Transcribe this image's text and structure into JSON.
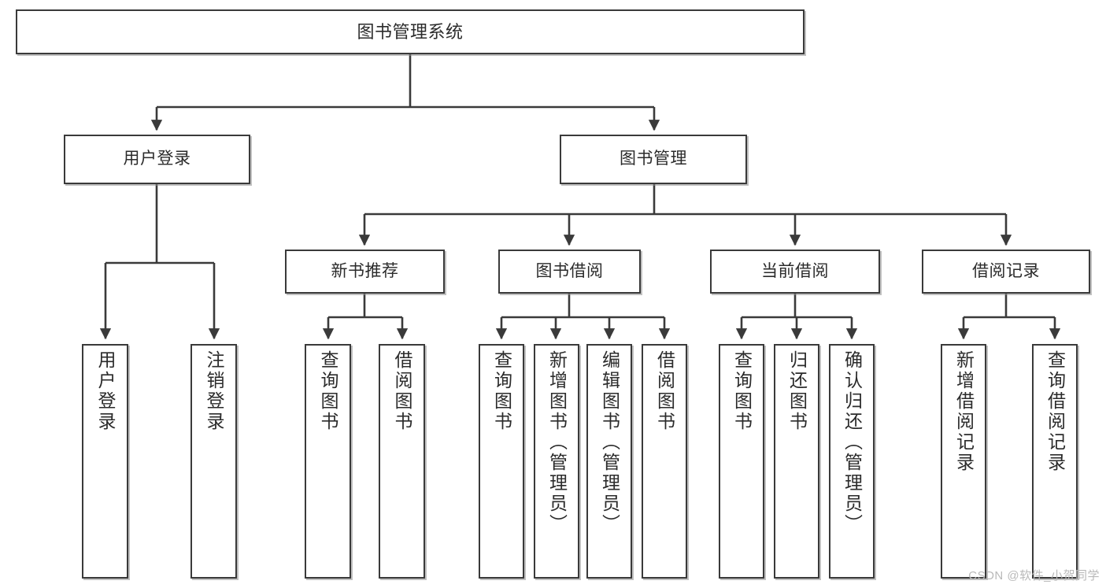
{
  "diagram": {
    "title": "图书管理系统",
    "watermark": "CSDN @软件_小贺同学",
    "colors": {
      "border": "#3a3a3a",
      "text": "#2b2b2b",
      "edge": "#3a3a3a",
      "background": "#ffffff",
      "watermark": "#b9b9b9"
    },
    "nodes": {
      "root": {
        "label": "图书管理系统"
      },
      "level2": [
        {
          "id": "user-login",
          "label": "用户登录"
        },
        {
          "id": "book-management",
          "label": "图书管理"
        }
      ],
      "level3": [
        {
          "id": "new-book-recommend",
          "label": "新书推荐"
        },
        {
          "id": "book-borrow",
          "label": "图书借阅"
        },
        {
          "id": "current-borrow",
          "label": "当前借阅"
        },
        {
          "id": "borrow-record",
          "label": "借阅记录"
        }
      ],
      "leaves": {
        "user_login": [
          {
            "id": "leaf-user-login",
            "label": "用户登录"
          },
          {
            "id": "leaf-logout",
            "label": "注销登录"
          }
        ],
        "new_book_recommend": [
          {
            "id": "leaf-query-book-1",
            "label": "查询图书"
          },
          {
            "id": "leaf-borrow-book-1",
            "label": "借阅图书"
          }
        ],
        "book_borrow": [
          {
            "id": "leaf-query-book-2",
            "label": "查询图书"
          },
          {
            "id": "leaf-add-book",
            "label": "新增图书（管理员）"
          },
          {
            "id": "leaf-edit-book",
            "label": "编辑图书（管理员）"
          },
          {
            "id": "leaf-borrow-book-2",
            "label": "借阅图书"
          }
        ],
        "current_borrow": [
          {
            "id": "leaf-query-book-3",
            "label": "查询图书"
          },
          {
            "id": "leaf-return-book",
            "label": "归还图书"
          },
          {
            "id": "leaf-confirm-return",
            "label": "确认归还（管理员）"
          }
        ],
        "borrow_record": [
          {
            "id": "leaf-add-record",
            "label": "新增借阅记录"
          },
          {
            "id": "leaf-query-record",
            "label": "查询借阅记录"
          }
        ]
      }
    }
  }
}
